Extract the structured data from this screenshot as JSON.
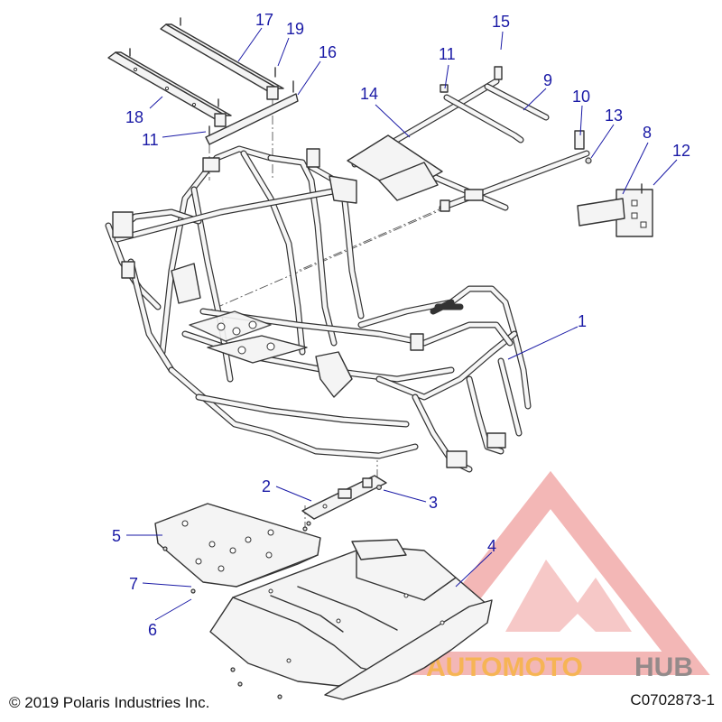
{
  "diagram": {
    "callouts": [
      {
        "id": "1",
        "label": "1"
      },
      {
        "id": "2",
        "label": "2"
      },
      {
        "id": "3",
        "label": "3"
      },
      {
        "id": "4",
        "label": "4"
      },
      {
        "id": "5",
        "label": "5"
      },
      {
        "id": "6",
        "label": "6"
      },
      {
        "id": "7",
        "label": "7"
      },
      {
        "id": "8",
        "label": "8"
      },
      {
        "id": "9",
        "label": "9"
      },
      {
        "id": "10",
        "label": "10"
      },
      {
        "id": "11a",
        "label": "11"
      },
      {
        "id": "11b",
        "label": "11"
      },
      {
        "id": "12",
        "label": "12"
      },
      {
        "id": "13",
        "label": "13"
      },
      {
        "id": "14",
        "label": "14"
      },
      {
        "id": "15",
        "label": "15"
      },
      {
        "id": "16",
        "label": "16"
      },
      {
        "id": "17",
        "label": "17"
      },
      {
        "id": "18",
        "label": "18"
      },
      {
        "id": "19",
        "label": "19"
      }
    ],
    "watermark": {
      "text_orange": "AUTOMOTO",
      "text_gray": "HUB",
      "color_triangle": "#e8716f",
      "color_orange": "#f5a623",
      "color_gray": "#6d6d6d"
    },
    "callout_color": "#1a1aa6"
  },
  "footer": {
    "copyright": "© 2019 Polaris Industries Inc.",
    "drawing_id": "C0702873-1"
  }
}
